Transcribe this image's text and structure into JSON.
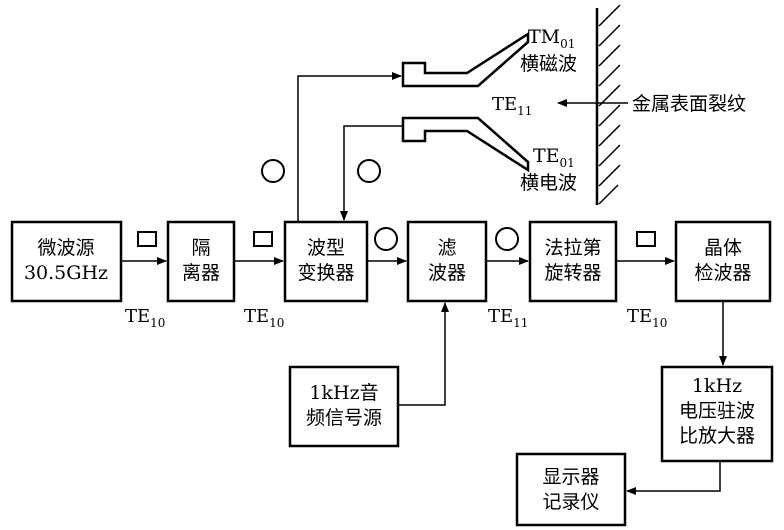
{
  "blocks": {
    "source": {
      "line1": "微波源",
      "line2": "30.5GHz"
    },
    "isolator": {
      "line1": "隔",
      "line2": "离器"
    },
    "converter": {
      "line1": "波型",
      "line2": "变换器"
    },
    "filter": {
      "line1": "滤",
      "line2": "波器"
    },
    "faraday": {
      "line1": "法拉第",
      "line2": "旋转器"
    },
    "detector": {
      "line1": "晶体",
      "line2": "检波器"
    },
    "audio": {
      "line1": "1kHz音",
      "line2": "频信号源"
    },
    "vswr": {
      "line1": "1kHz",
      "line2": "电压驻波",
      "line3": "比放大器"
    },
    "display": {
      "line1": "显示器",
      "line2": "记录仪"
    }
  },
  "modes": {
    "te10_main": "TE",
    "te10_sub": "10",
    "te11_main": "TE",
    "te11_sub": "11",
    "tm01_main": "TM",
    "tm01_sub": "01",
    "te01_main": "TE",
    "te01_sub": "01",
    "tm01_name": "横磁波",
    "te01_name": "横电波"
  },
  "surface_label": "金属表面裂纹"
}
